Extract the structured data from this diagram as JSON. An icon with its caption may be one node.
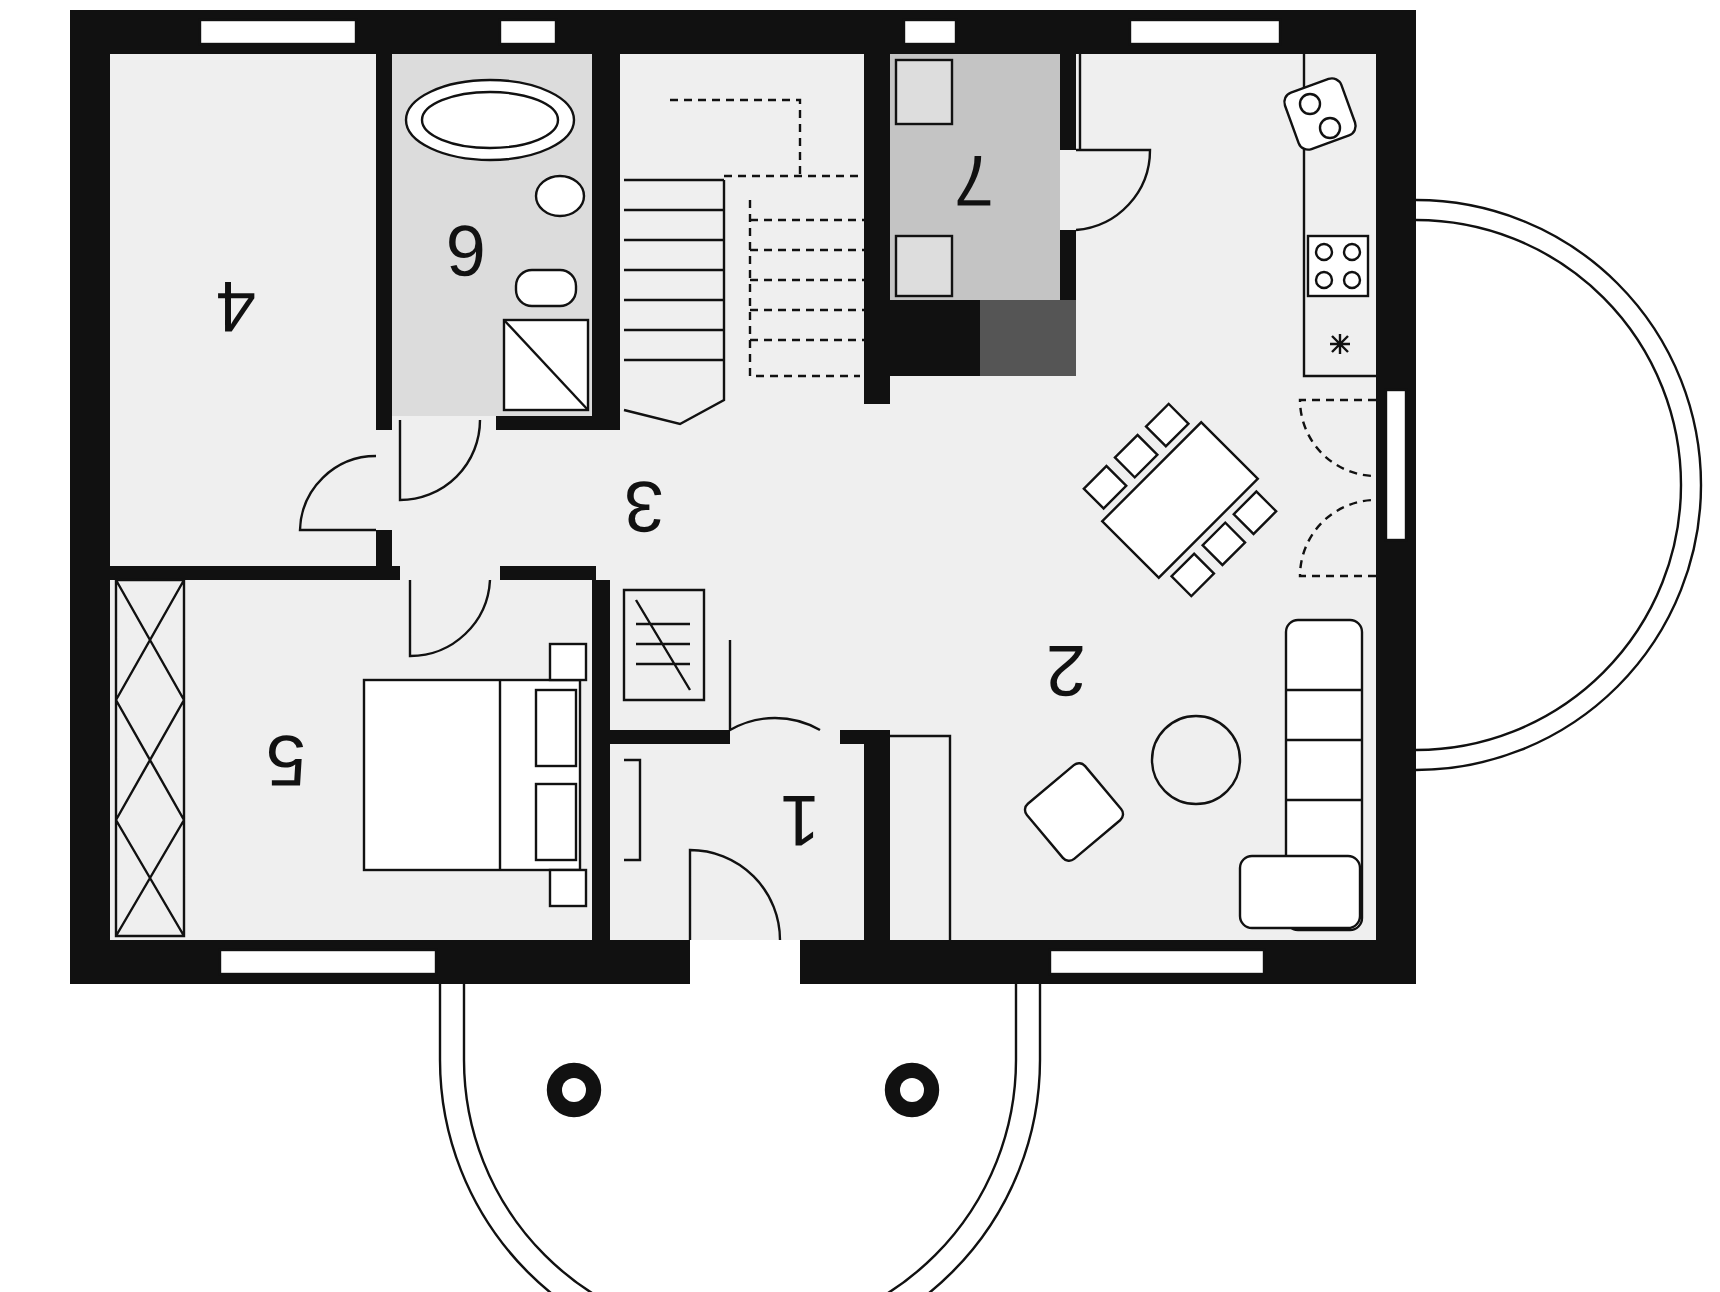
{
  "diagram": {
    "labels": [
      "7",
      "6",
      "4",
      "3",
      "2",
      "5",
      "1"
    ]
  }
}
